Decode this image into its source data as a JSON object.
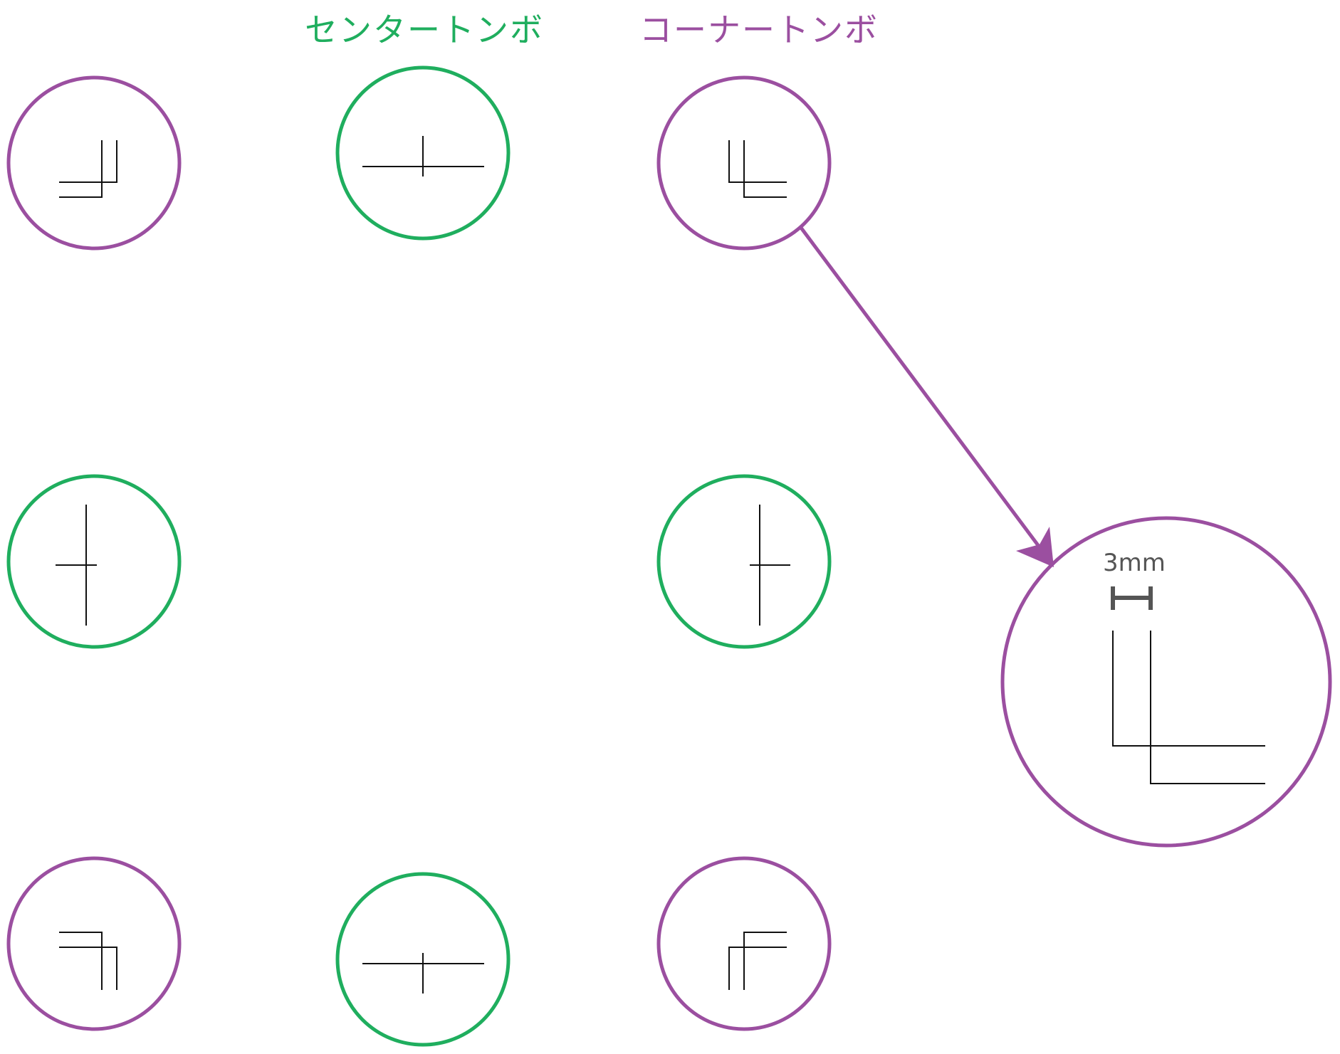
{
  "titles": {
    "center_marks": "センタートンボ",
    "corner_marks": "コーナートンボ"
  },
  "colors": {
    "center_mark_ring": "#1fae5e",
    "corner_mark_ring": "#9b4fa0",
    "mark_line": "#111111",
    "dimension": "#555555",
    "arrow": "#9b4fa0"
  },
  "legend": {
    "green_ring": "センタートンボ",
    "purple_ring": "コーナートンボ"
  },
  "detail": {
    "dimension_label": "3mm",
    "zoom_source": "top-right corner mark"
  },
  "marks": [
    {
      "id": "top-left",
      "type": "corner",
      "ring": "purple"
    },
    {
      "id": "top-center",
      "type": "center",
      "ring": "green"
    },
    {
      "id": "top-right",
      "type": "corner",
      "ring": "purple"
    },
    {
      "id": "middle-left",
      "type": "center",
      "ring": "green"
    },
    {
      "id": "middle-right",
      "type": "center",
      "ring": "green"
    },
    {
      "id": "bottom-left",
      "type": "corner",
      "ring": "purple"
    },
    {
      "id": "bottom-center",
      "type": "center",
      "ring": "green"
    },
    {
      "id": "bottom-right",
      "type": "corner",
      "ring": "purple"
    }
  ]
}
